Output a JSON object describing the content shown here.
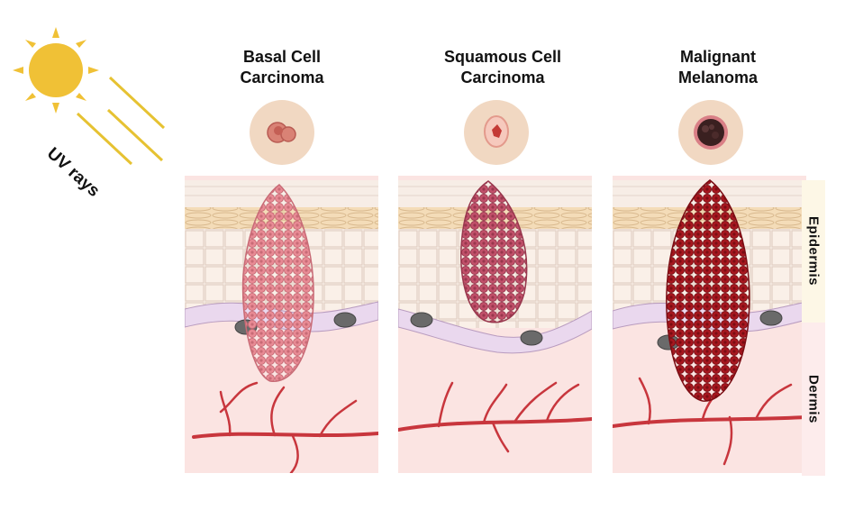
{
  "uv_label": "UV rays",
  "panels": [
    {
      "title_line1": "Basal Cell",
      "title_line2": "Carcinoma",
      "tumor_color": "#e98b95",
      "lesion_color": "#c9605f"
    },
    {
      "title_line1": "Squamous Cell",
      "title_line2": "Carcinoma",
      "tumor_color": "#c2506a",
      "lesion_color": "#c43a36"
    },
    {
      "title_line1": "Malignant",
      "title_line2": "Melanoma",
      "tumor_color": "#a8171f",
      "lesion_color": "#3a2020"
    }
  ],
  "layers": {
    "epidermis": "Epidermis",
    "dermis": "Dermis"
  },
  "colors": {
    "sun": "#f0c136",
    "ray": "#e6c232",
    "vessel": "#c8363d",
    "basal_cell": "#ead8ee",
    "keratin": "#f4dcb8"
  }
}
